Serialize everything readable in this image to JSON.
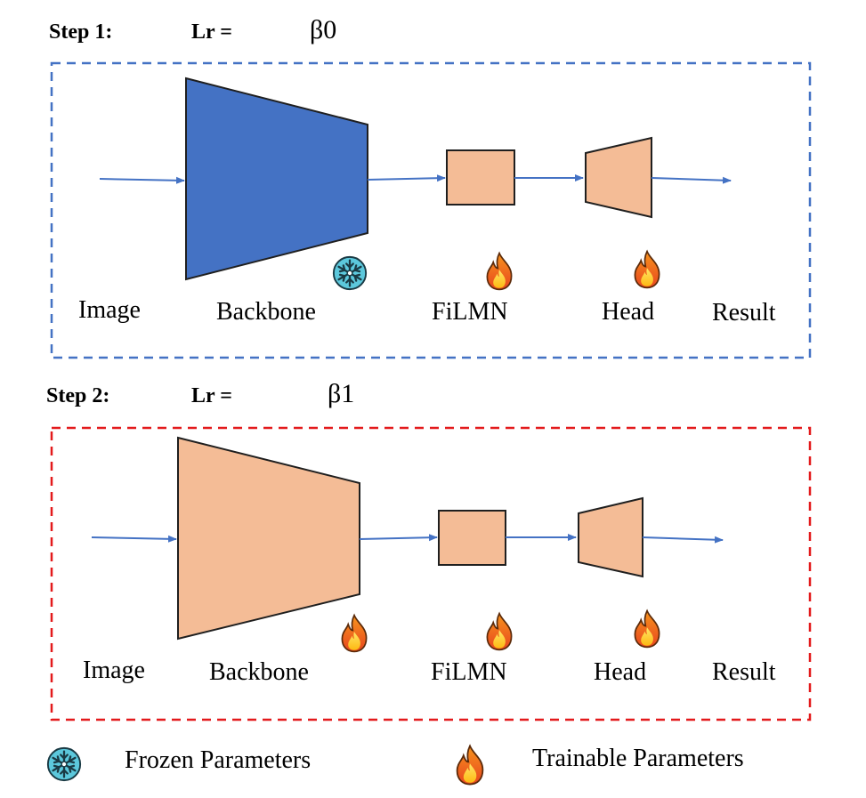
{
  "steps": [
    {
      "heading": "Step 1:",
      "lr_label": "Lr =",
      "lr_value": "β0",
      "border_color": "#4472C4",
      "backbone_color": "#4472C4",
      "backbone_state": "snowflake-icon",
      "labels": {
        "image": "Image",
        "backbone": "Backbone",
        "filmn": "FiLMN",
        "head": "Head",
        "result": "Result"
      }
    },
    {
      "heading": "Step 2:",
      "lr_label": "Lr =",
      "lr_value": "β1",
      "border_color": "#E31A1C",
      "backbone_color": "#F4BC96",
      "backbone_state": "fire-icon",
      "labels": {
        "image": "Image",
        "backbone": "Backbone",
        "filmn": "FiLMN",
        "head": "Head",
        "result": "Result"
      }
    }
  ],
  "legend": {
    "frozen": "Frozen Parameters",
    "trainable": "Trainable Parameters"
  },
  "colors": {
    "arrow": "#4472C4",
    "trainable_fill": "#F4BC96",
    "frozen_fill": "#4472C4",
    "outline": "#1f1f1f"
  }
}
